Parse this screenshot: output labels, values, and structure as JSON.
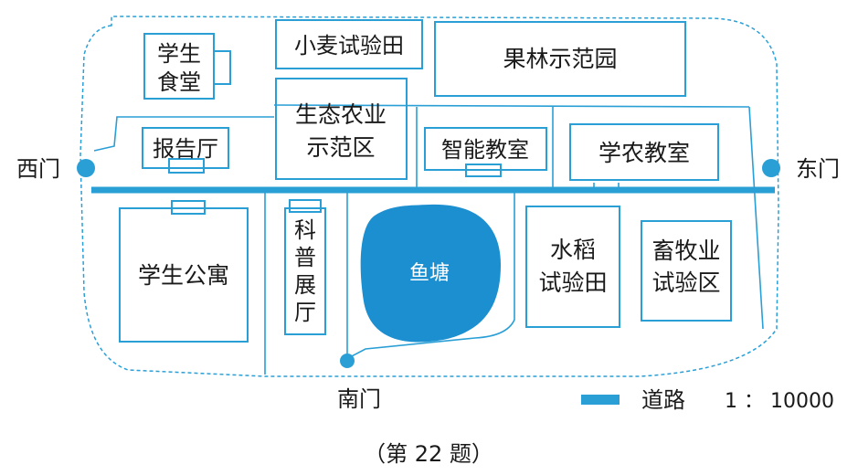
{
  "colors": {
    "accent": "#2a9fd6",
    "road": "#2a9fd6",
    "pond": "#1c8fd0",
    "text": "#1a1a1a"
  },
  "gates": {
    "west": "西门",
    "east": "东门",
    "south": "南门"
  },
  "areas": {
    "canteen": [
      "学生",
      "食堂"
    ],
    "wheat_field": "小麦试验田",
    "orchard": "果林示范园",
    "hall": "报告厅",
    "eco_zone": [
      "生态农业",
      "示范区"
    ],
    "smart_classroom": "智能教室",
    "agri_classroom": "学农教室",
    "dorm": "学生公寓",
    "science_hall": [
      "科",
      "普",
      "展",
      "厅"
    ],
    "fish_pond": "鱼塘",
    "rice_field": [
      "水稻",
      "试验田"
    ],
    "livestock_zone": [
      "畜牧业",
      "试验区"
    ]
  },
  "legend": {
    "label": "道路",
    "scale": "1 ： 10000"
  },
  "caption": "（第 22 题）"
}
